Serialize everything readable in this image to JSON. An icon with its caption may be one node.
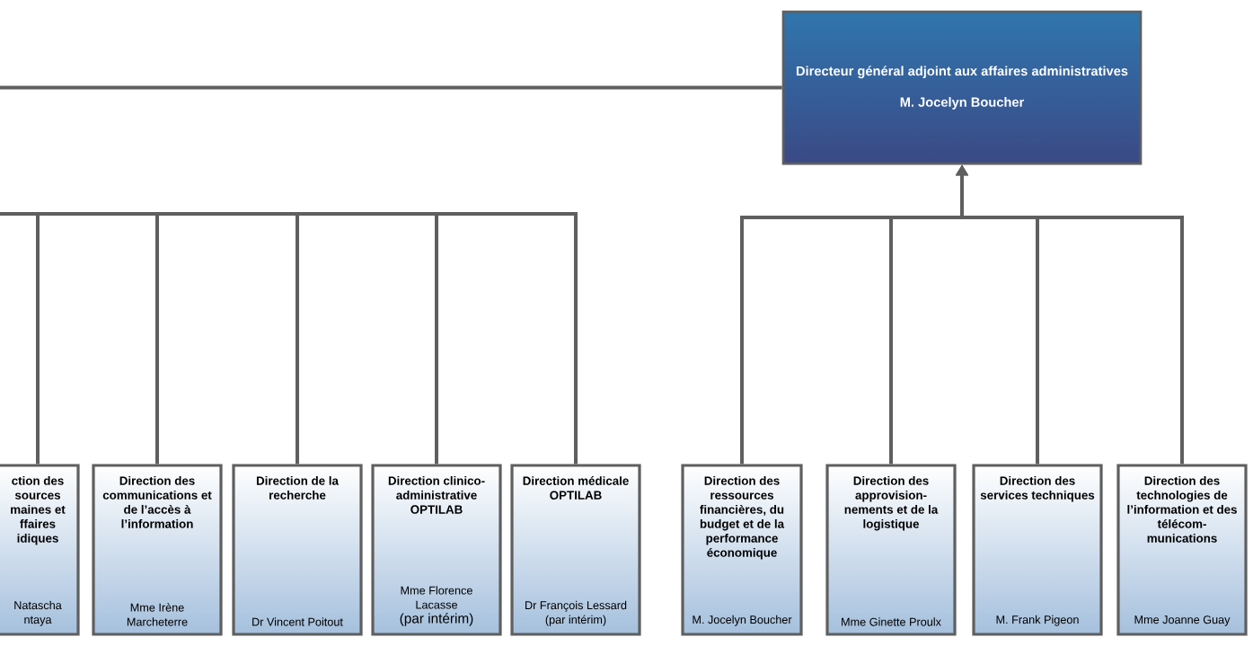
{
  "diagram": {
    "nodes": [
      {
        "text": [
          "Directeur général adjoint aux affaires administratives",
          "M. Jocelyn Boucher"
        ]
      },
      {
        "text": [
          "ction des sources maines et ffaires idiques",
          "Natascha ntaya"
        ]
      },
      {
        "text": [
          "Direction des communications et de l’accès à l’information",
          "Mme Irène Marcheterre"
        ]
      },
      {
        "text": [
          "Direction de la recherche",
          "Dr Vincent Poitout"
        ]
      },
      {
        "text": [
          "Direction clinico-administrative OPTILAB",
          "Mme Florence Lacasse",
          "(par intérim)"
        ]
      },
      {
        "text": [
          "Direction médicale OPTILAB",
          "Dr François Lessard (par intérim)"
        ]
      },
      {
        "text": [
          "Direction des ressources financières, du budget et de la performance économique",
          "M. Jocelyn Boucher"
        ]
      },
      {
        "text": [
          "Direction des approvision-nements et de la logistique",
          "Mme Ginette Proulx"
        ]
      },
      {
        "text": [
          "Direction des services techniques",
          "M. Frank Pigeon"
        ]
      },
      {
        "text": [
          "Direction des technologies de l’information et des télécom-munications",
          "Mme Joanne Guay"
        ]
      }
    ],
    "edges": [
      {
        "from": null,
        "to": 0,
        "arrow": "none"
      },
      {
        "from": 1,
        "to": null,
        "arrow": "none"
      },
      {
        "from": 2,
        "to": null,
        "arrow": "none"
      },
      {
        "from": 3,
        "to": null,
        "arrow": "none"
      },
      {
        "from": 4,
        "to": null,
        "arrow": "none"
      },
      {
        "from": 5,
        "to": null,
        "arrow": "none"
      },
      {
        "from": 6,
        "to": 0,
        "arrow": "to"
      },
      {
        "from": 7,
        "to": 0,
        "arrow": "to"
      },
      {
        "from": 8,
        "to": 0,
        "arrow": "to"
      },
      {
        "from": 9,
        "to": 0,
        "arrow": "to"
      }
    ]
  }
}
